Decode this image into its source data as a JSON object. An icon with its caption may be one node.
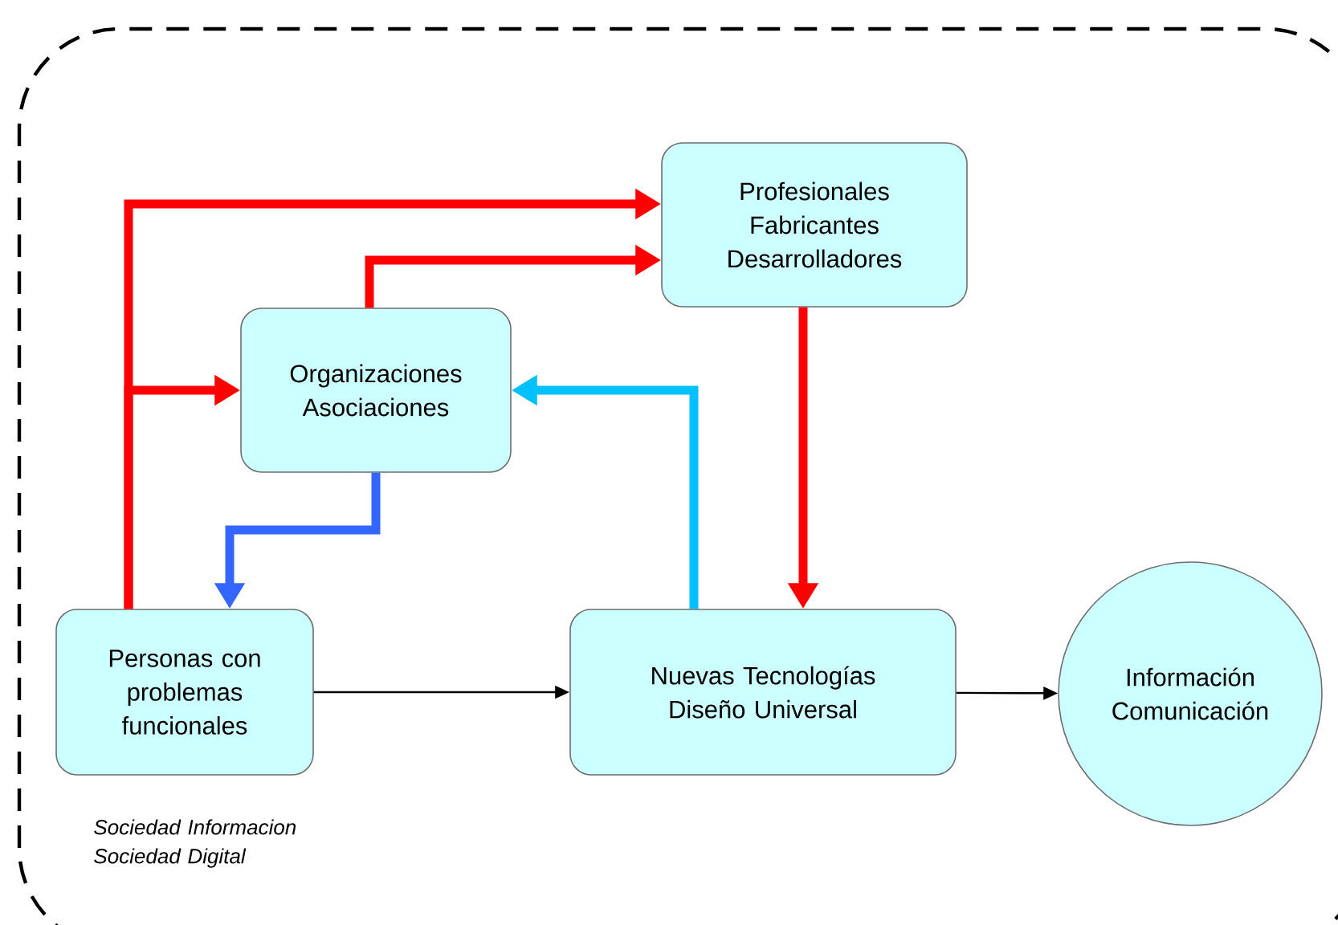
{
  "diagram": {
    "nodes": [
      {
        "text": [
          "Sociedad Informacion Sociedad Digital"
        ]
      },
      {
        "text": [
          "Profesionales Fabricantes Desarrolladores"
        ],
        "in": 0
      },
      {
        "text": [
          "Organizaciones Asociaciones"
        ],
        "in": 0
      },
      {
        "text": [
          "Personas con problemas funcionales"
        ],
        "in": 0
      },
      {
        "text": [
          "Nuevas Tecnologías Diseño Universal"
        ],
        "in": 0
      },
      {
        "text": [
          "Información Comunicación"
        ],
        "in": 0
      }
    ],
    "edges": [
      {
        "from": 3,
        "to": 1,
        "arrow": "to",
        "color": "#ff0000"
      },
      {
        "from": 3,
        "to": 2,
        "arrow": "to",
        "color": "#ff0000"
      },
      {
        "from": 2,
        "to": 1,
        "arrow": "to",
        "color": "#ff0000"
      },
      {
        "from": 1,
        "to": 4,
        "arrow": "to",
        "color": "#ff0000"
      },
      {
        "from": 4,
        "to": 2,
        "arrow": "to",
        "color": "#00c0ff"
      },
      {
        "from": 2,
        "to": 3,
        "arrow": "to",
        "color": "#3366ff"
      },
      {
        "from": 3,
        "to": 4,
        "arrow": "to",
        "color": "#000000"
      },
      {
        "from": 4,
        "to": 5,
        "arrow": "to",
        "color": "#000000"
      }
    ]
  }
}
